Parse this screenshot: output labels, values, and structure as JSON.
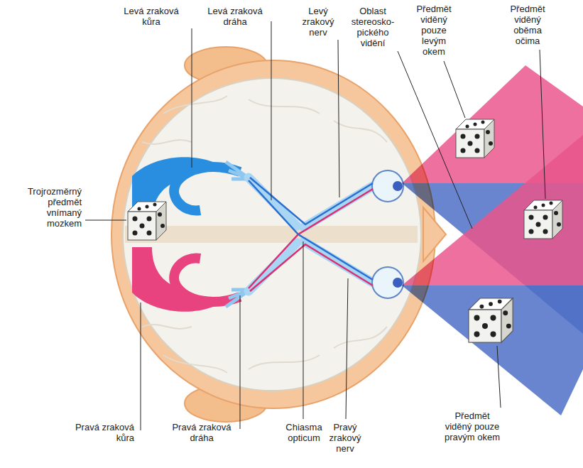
{
  "diagram": {
    "labels": [
      "Levá zraková kůra",
      "Levá zraková dráha",
      "Levý zrakový nerv",
      "Oblast stereosko- pického vidění",
      "Předmět viděný pouze levým okem",
      "Předmět viděný oběma očima",
      "Trojrozměrný předmět vnímaný mozkem",
      "Pravá zraková kůra",
      "Pravá zraková dráha",
      "Chiasma opticum",
      "Pravý zrakový nerv",
      "Předmět viděný pouze pravým okem"
    ]
  }
}
